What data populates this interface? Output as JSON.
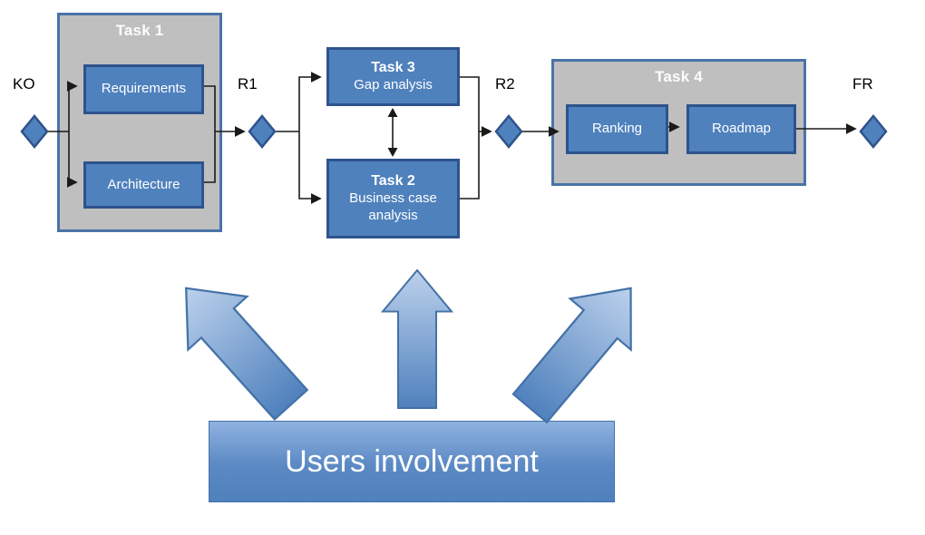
{
  "diagram": {
    "milestones": {
      "ko": "KO",
      "r1": "R1",
      "r2": "R2",
      "fr": "FR"
    },
    "task1": {
      "title": "Task 1",
      "box1": "Requirements",
      "box2": "Architecture"
    },
    "task3": {
      "title": "Task 3",
      "subtitle": "Gap analysis"
    },
    "task2": {
      "title": "Task 2",
      "subtitle": "Business case analysis"
    },
    "task4": {
      "title": "Task 4",
      "box1": "Ranking",
      "box2": "Roadmap"
    },
    "banner": {
      "label": "Users involvement"
    },
    "colors": {
      "task_fill": "#4f81bd",
      "task_border": "#2e538c",
      "group_fill": "#bfbfbf",
      "group_border": "#4a73a8",
      "arrow_gradient_light": "#bcd1ec",
      "arrow_gradient_dark": "#4f81bd",
      "connector": "#1a1a1a"
    }
  }
}
